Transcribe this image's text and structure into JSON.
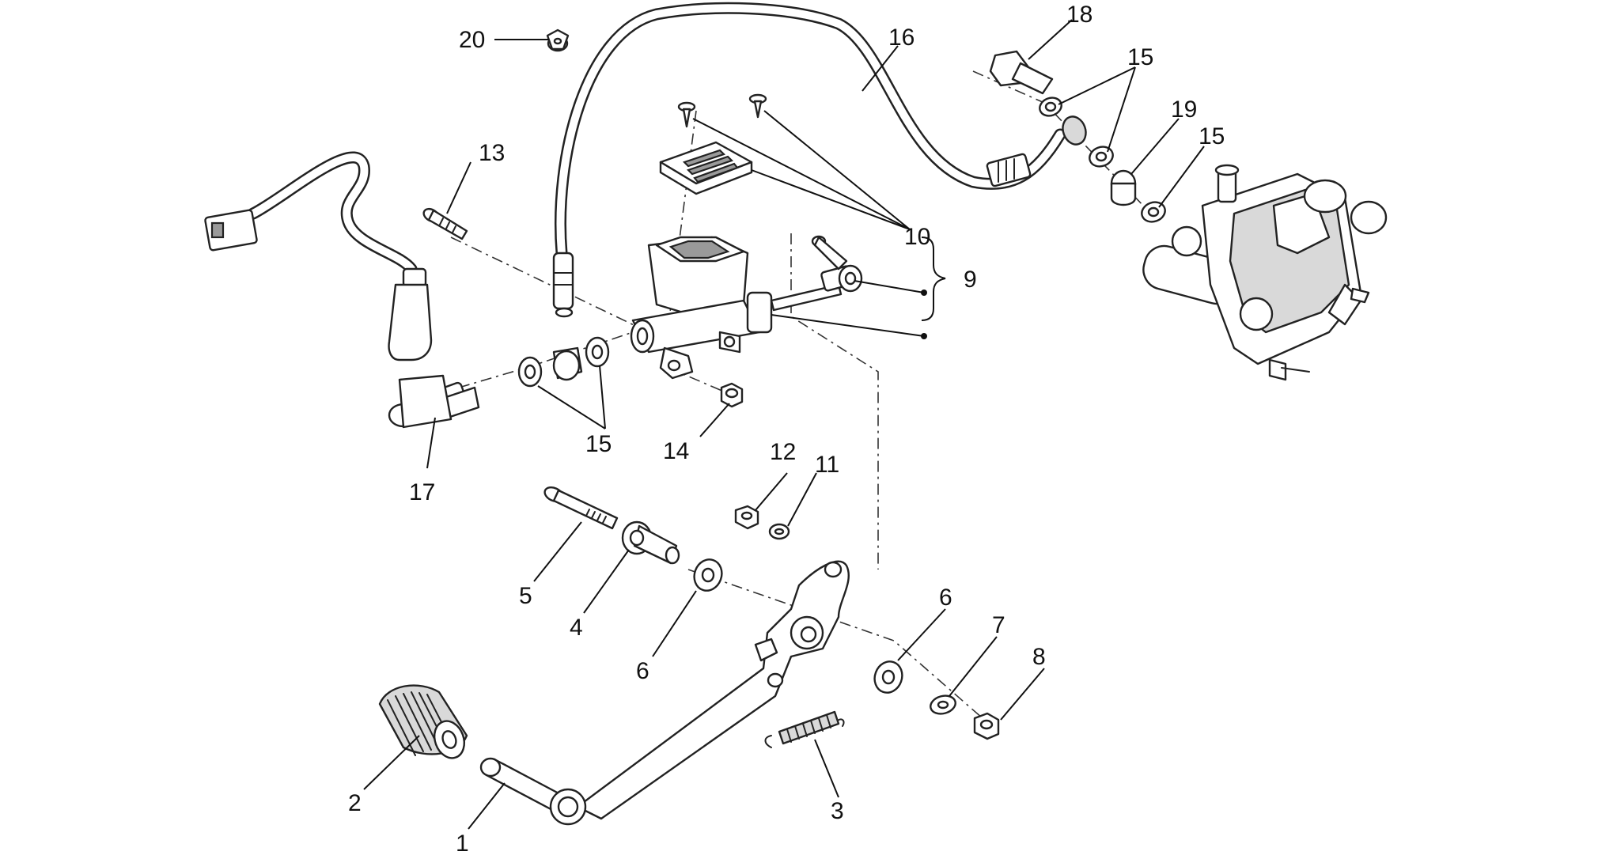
{
  "diagram": {
    "colors": {
      "line": "#222222",
      "fill": "#ffffff",
      "shade": "#d9d9d9"
    },
    "callouts": [
      {
        "id": "1",
        "label": "1"
      },
      {
        "id": "2",
        "label": "2"
      },
      {
        "id": "3",
        "label": "3"
      },
      {
        "id": "4",
        "label": "4"
      },
      {
        "id": "5",
        "label": "5"
      },
      {
        "id": "6a",
        "label": "6"
      },
      {
        "id": "6b",
        "label": "6"
      },
      {
        "id": "7",
        "label": "7"
      },
      {
        "id": "8",
        "label": "8"
      },
      {
        "id": "9",
        "label": "9"
      },
      {
        "id": "10",
        "label": "10"
      },
      {
        "id": "11",
        "label": "11"
      },
      {
        "id": "12",
        "label": "12"
      },
      {
        "id": "13",
        "label": "13"
      },
      {
        "id": "14",
        "label": "14"
      },
      {
        "id": "15a",
        "label": "15"
      },
      {
        "id": "15b",
        "label": "15"
      },
      {
        "id": "15c",
        "label": "15"
      },
      {
        "id": "16",
        "label": "16"
      },
      {
        "id": "17",
        "label": "17"
      },
      {
        "id": "18",
        "label": "18"
      },
      {
        "id": "19",
        "label": "19"
      },
      {
        "id": "20",
        "label": "20"
      }
    ]
  }
}
